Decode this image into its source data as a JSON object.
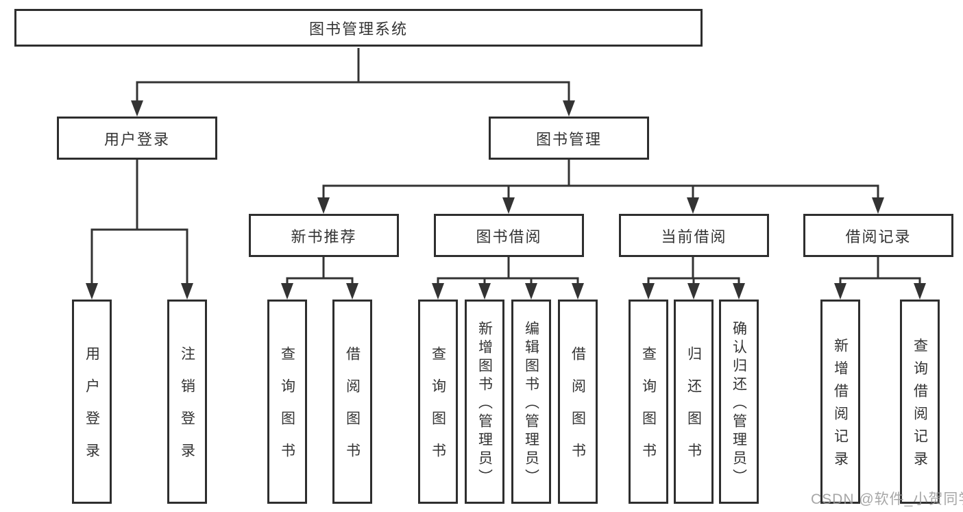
{
  "nodes": {
    "root": {
      "label": "图书管理系统",
      "children": [
        "用户登录",
        "图书管理"
      ]
    },
    "level2": [
      {
        "label": "用户登录",
        "children_leaf_indices": [
          0,
          1
        ]
      },
      {
        "label": "图书管理",
        "children_level3_indices": [
          0,
          1,
          2,
          3
        ]
      }
    ],
    "level3": [
      {
        "label": "新书推荐",
        "children_leaf_indices": [
          2,
          3
        ]
      },
      {
        "label": "图书借阅",
        "children_leaf_indices": [
          4,
          5,
          6,
          7
        ]
      },
      {
        "label": "当前借阅",
        "children_leaf_indices": [
          8,
          9,
          10
        ]
      },
      {
        "label": "借阅记录",
        "children_leaf_indices": [
          11,
          12
        ]
      }
    ],
    "leaves": [
      {
        "label": "用户登录"
      },
      {
        "label": "注销登录"
      },
      {
        "label": "查询图书"
      },
      {
        "label": "借阅图书"
      },
      {
        "label": "查询图书"
      },
      {
        "label": "新增图书（管理员）"
      },
      {
        "label": "编辑图书（管理员）"
      },
      {
        "label": "借阅图书"
      },
      {
        "label": "查询图书"
      },
      {
        "label": "归还图书"
      },
      {
        "label": "确认归还（管理员）"
      },
      {
        "label": "新增借阅记录"
      },
      {
        "label": "查询借阅记录"
      }
    ]
  },
  "watermark": "CSDN @软件_小贺同学",
  "colors": {
    "line": "#333333",
    "box_border": "#2e2e2e",
    "text": "#333333",
    "watermark": "#969696",
    "background": "#ffffff"
  }
}
